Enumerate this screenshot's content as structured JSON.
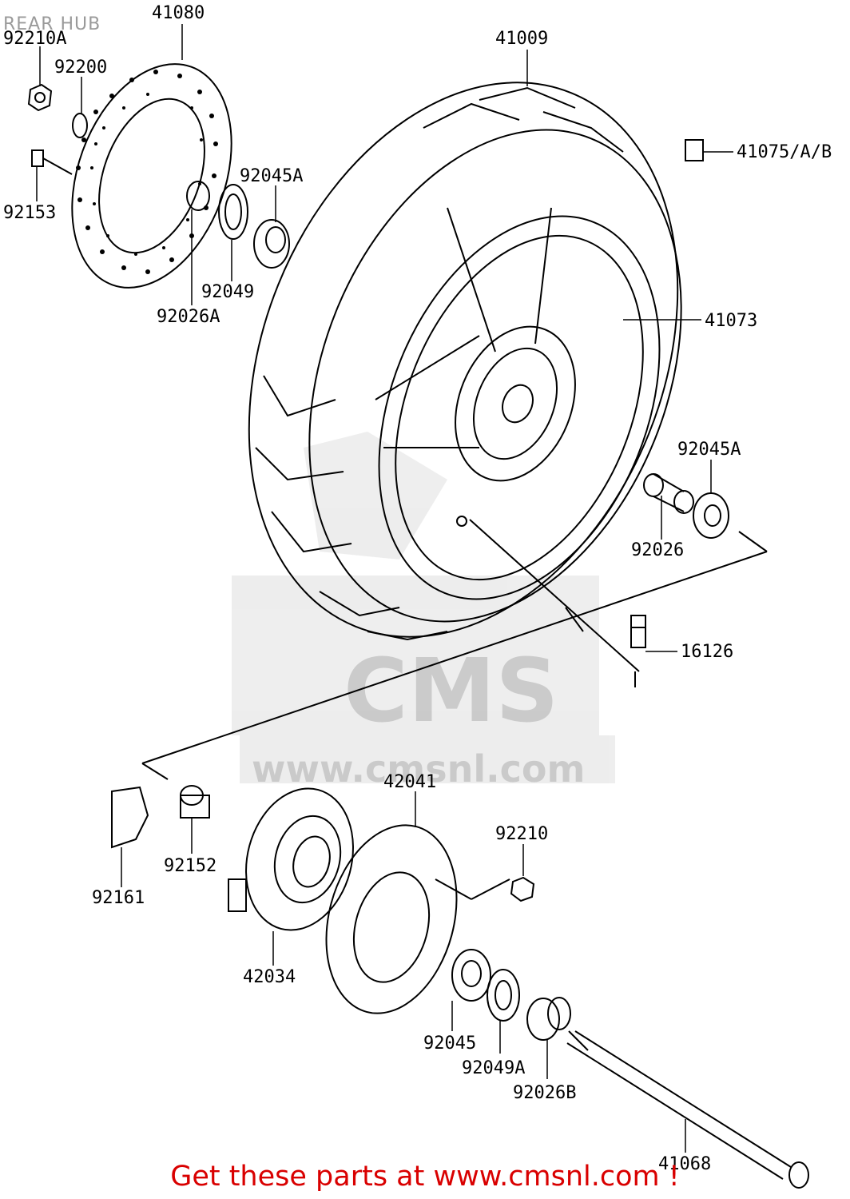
{
  "page": {
    "title": "REAR HUB",
    "footer": "Get these parts at www.cmsnl.com !"
  },
  "watermark": {
    "brand": "CMS",
    "url": "www.cmsnl.com"
  },
  "part_numbers": [
    "41080",
    "92210A",
    "92200",
    "92153",
    "92026A",
    "92049",
    "92045A",
    "41009",
    "41075/A/B",
    "41073",
    "92045A",
    "92026",
    "16126",
    "42041",
    "92210",
    "92161",
    "92152",
    "42034",
    "92045",
    "92049A",
    "92026B",
    "41068"
  ]
}
